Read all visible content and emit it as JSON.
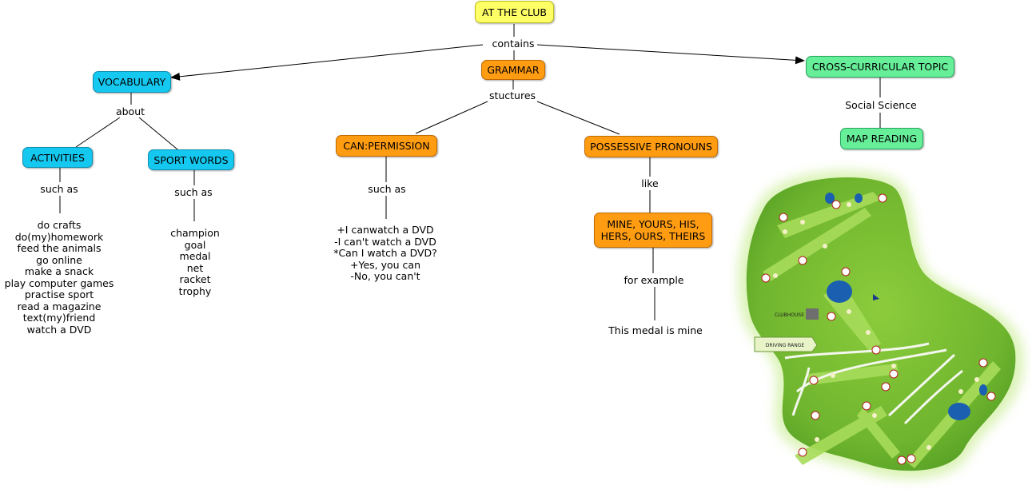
{
  "nodes": {
    "root": "AT THE CLUB",
    "vocabulary": "VOCABULARY",
    "grammar": "GRAMMAR",
    "cross_curricular": "CROSS-CURRICULAR TOPIC",
    "activities": "ACTIVITIES",
    "sport_words": "SPORT WORDS",
    "can_permission": "CAN:PERMISSION",
    "possessive_pronouns": "POSSESSIVE PRONOUNS",
    "pronoun_list_line1": "MINE, YOURS, HIS,",
    "pronoun_list_line2": "HERS, OURS, THEIRS",
    "map_reading": "MAP READING"
  },
  "links": {
    "contains": "contains",
    "about": "about",
    "stuctures": "stuctures",
    "social_science": "Social Science",
    "such_as_activities": "such as",
    "such_as_sport": "such as",
    "such_as_can": "such as",
    "like": "like",
    "for_example": "for example"
  },
  "activities_items": [
    "do crafts",
    "do(my)homework",
    "feed the animals",
    "go online",
    "make a snack",
    "play computer games",
    "practise sport",
    "read a magazine",
    "text(my)friend",
    "watch a DVD"
  ],
  "sport_items": [
    "champion",
    "goal",
    "medal",
    "net",
    "racket",
    "trophy"
  ],
  "can_items": [
    "+I canwatch a DVD",
    "-I can't watch a DVD",
    "*Can I watch a DVD?",
    "+Yes, you can",
    "-No, you can't"
  ],
  "example_sentence": "This medal is mine",
  "map": {
    "clubhouse": "CLUBHOUSE",
    "driving_range": "DRIVING RANGE"
  },
  "colors": {
    "root": "#ffff66",
    "vocabulary": "#14c8f0",
    "grammar": "#ff9c12",
    "cross_curricular": "#66ee99",
    "map_grass": "#7fc63a"
  }
}
